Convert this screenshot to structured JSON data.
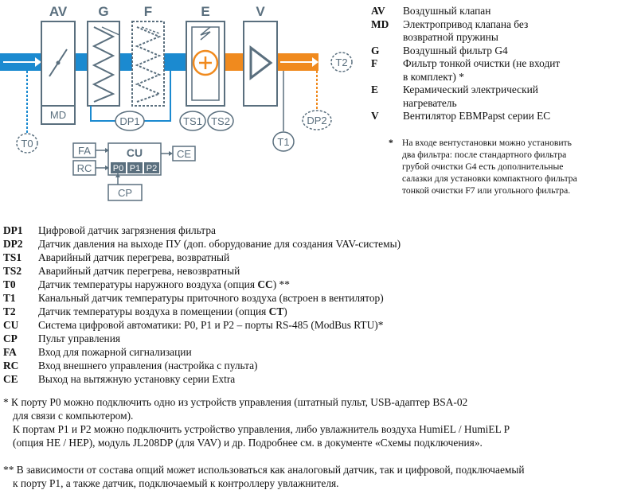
{
  "diagram": {
    "top_labels": {
      "av": "AV",
      "g": "G",
      "f": "F",
      "e": "E",
      "v": "V"
    },
    "sensors": {
      "t2": "T2",
      "t0": "T0",
      "dp1": "DP1",
      "ts1": "TS1",
      "ts2": "TS2",
      "dp2": "DP2",
      "t1": "T1"
    },
    "md": "MD",
    "cu": {
      "title": "CU",
      "ports": [
        "P0",
        "P1",
        "P2"
      ],
      "fa": "FA",
      "rc": "RC",
      "ce": "CE",
      "cp": "CP"
    },
    "colors": {
      "duct_blue": "#1b8ad0",
      "duct_orange": "#f08a1e",
      "unit_stroke": "#5a6f7e",
      "port_fill": "#5a6f7e"
    }
  },
  "legend_right": [
    {
      "code": "AV",
      "text": "Воздушный клапан"
    },
    {
      "code": "MD",
      "text": "Электропривод клапана без возвратной пружины"
    },
    {
      "code": "G",
      "text": "Воздушный фильтр G4"
    },
    {
      "code": "F",
      "text": "Фильтр тонкой очистки (не входит в комплект) *"
    },
    {
      "code": "E",
      "text": "Керамический электрический нагреватель"
    },
    {
      "code": "V",
      "text": "Вентилятор EBMPapst серии EC"
    }
  ],
  "note_right": {
    "star": "*",
    "text": "На входе вентустановки можно установить два фильтра: после стандартного фильтра грубой очистки G4 есть дополнительные салазки для установки компактного фильтра тонкой очистки F7 или угольного фильтра."
  },
  "legend_bottom": [
    {
      "code": "DP1",
      "text": "Цифровой датчик загрязнения фильтра",
      "bold": "",
      "tail": ""
    },
    {
      "code": "DP2",
      "text": "Датчик давления на выходе ПУ (доп. оборудование для создания VAV-системы)",
      "bold": "",
      "tail": ""
    },
    {
      "code": "TS1",
      "text": "Аварийный датчик перегрева, возвратный",
      "bold": "",
      "tail": ""
    },
    {
      "code": "TS2",
      "text": "Аварийный датчик перегрева, невозвратный",
      "bold": "",
      "tail": ""
    },
    {
      "code": "T0",
      "text": "Датчик температуры наружного воздуха (опция ",
      "bold": "CC",
      "tail": ") **"
    },
    {
      "code": "T1",
      "text": "Канальный датчик температуры приточного воздуха (встроен в вентилятор)",
      "bold": "",
      "tail": ""
    },
    {
      "code": "T2",
      "text": "Датчик температуры воздуха в помещении (опция ",
      "bold": "CT",
      "tail": ")"
    },
    {
      "code": "CU",
      "text": "Система цифровой автоматики: P0, P1 и P2 – порты RS-485 (ModBus RTU)*",
      "bold": "",
      "tail": ""
    },
    {
      "code": "CP",
      "text": "Пульт управления",
      "bold": "",
      "tail": ""
    },
    {
      "code": "FA",
      "text": "Вход для пожарной сигнализации",
      "bold": "",
      "tail": ""
    },
    {
      "code": "RC",
      "text": "Вход внешнего управления (настройка с пульта)",
      "bold": "",
      "tail": ""
    },
    {
      "code": "CE",
      "text": "Выход на вытяжную установку серии Extra",
      "bold": "",
      "tail": ""
    }
  ],
  "footnotes": {
    "f1_line1": "* К порту P0 можно подключить одно из устройств управления (штатный пульт, USB-адаптер BSA-02",
    "f1_line2": "для связи с компьютером).",
    "f1_line3": "К портам P1 и P2 можно подключить устройство управления, либо увлажнитель воздуха HumiEL /  HumiEL P",
    "f1_line4": "(опция HE / HEP), модуль JL208DP (для VAV) и др. Подробнее см. в документе «Схемы подключения».",
    "f2_line1": "** В зависимости от состава опций может использоваться как аналоговый датчик, так и цифровой, подключаемый",
    "f2_line2": "к порту P1, а также датчик, подключаемый к контроллеру увлажнителя."
  }
}
